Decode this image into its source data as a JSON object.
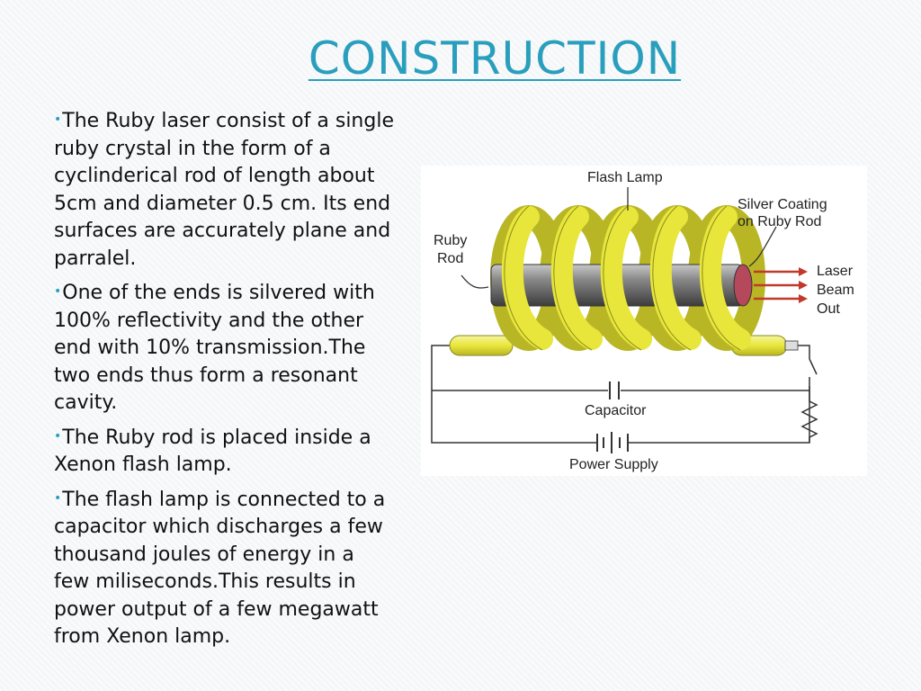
{
  "slide": {
    "title": "CONSTRUCTION",
    "bullets": [
      "The Ruby laser consist of a single ruby crystal in the form of a cyclinderical rod of length about 5cm and diameter 0.5 cm. Its end surfaces are accurately plane and parralel.",
      "One of the ends is silvered with 100% reflectivity and the other end with 10% transmission.The two ends thus form a resonant cavity.",
      "The Ruby rod is placed inside a Xenon flash lamp.",
      "The flash lamp is connected to a capacitor which discharges a few thousand joules of energy in a few miliseconds.This results in power output of a few megawatt from Xenon lamp."
    ]
  },
  "diagram": {
    "labels": {
      "flash_lamp": "Flash Lamp",
      "silver_coating_1": "Silver Coating",
      "silver_coating_2": "on Ruby Rod",
      "ruby_1": "Ruby",
      "ruby_2": "Rod",
      "laser_1": "Laser",
      "laser_2": "Beam",
      "laser_3": "Out",
      "capacitor": "Capacitor",
      "power_supply": "Power Supply"
    },
    "colors": {
      "coil": "#e8e63a",
      "coil_shadow": "#b9b626",
      "rod": "#8c8c8c",
      "beam": "#c0392b"
    }
  }
}
